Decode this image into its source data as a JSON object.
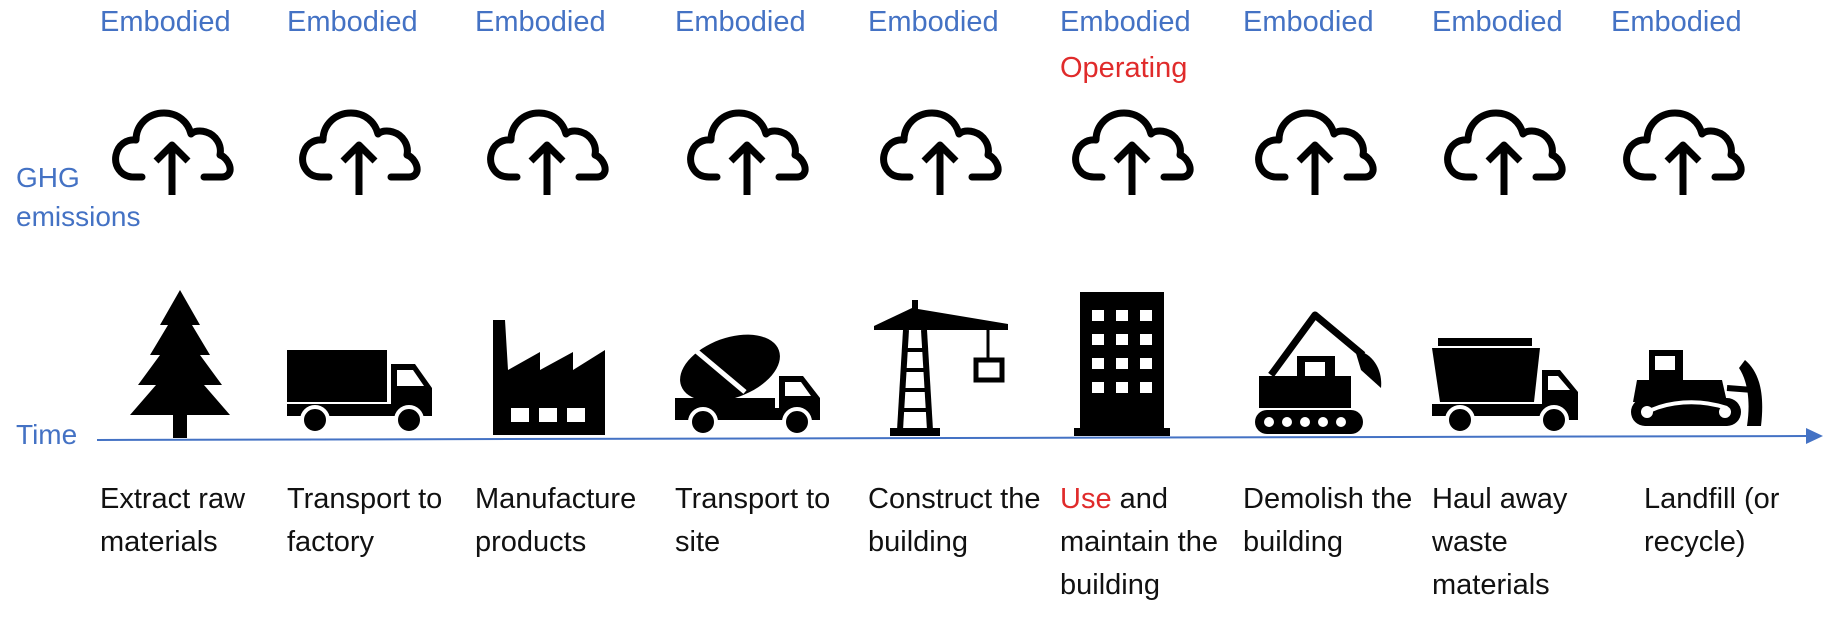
{
  "labels": {
    "ghg": "GHG emissions",
    "time": "Time"
  },
  "colors": {
    "blue": "#4472c4",
    "red": "#e02b2b",
    "icon": "#000000"
  },
  "stages": [
    {
      "emission": "Embodied",
      "icon": "tree-icon",
      "caption": "Extract raw materials"
    },
    {
      "emission": "Embodied",
      "icon": "truck-icon",
      "caption": "Transport to factory"
    },
    {
      "emission": "Embodied",
      "icon": "factory-icon",
      "caption": "Manufacture products"
    },
    {
      "emission": "Embodied",
      "icon": "cement-mixer-icon",
      "caption": "Transport to site"
    },
    {
      "emission": "Embodied",
      "icon": "crane-icon",
      "caption": "Construct the building"
    },
    {
      "emission": "Embodied",
      "emission2": "Operating",
      "icon": "building-icon",
      "caption_red": "Use",
      "caption": " and maintain the building"
    },
    {
      "emission": "Embodied",
      "icon": "excavator-icon",
      "caption": "Demolish the building"
    },
    {
      "emission": "Embodied",
      "icon": "dump-truck-icon",
      "caption": "Haul away waste materials"
    },
    {
      "emission": "Embodied",
      "icon": "bulldozer-icon",
      "caption": "Landfill (or recycle)"
    }
  ]
}
